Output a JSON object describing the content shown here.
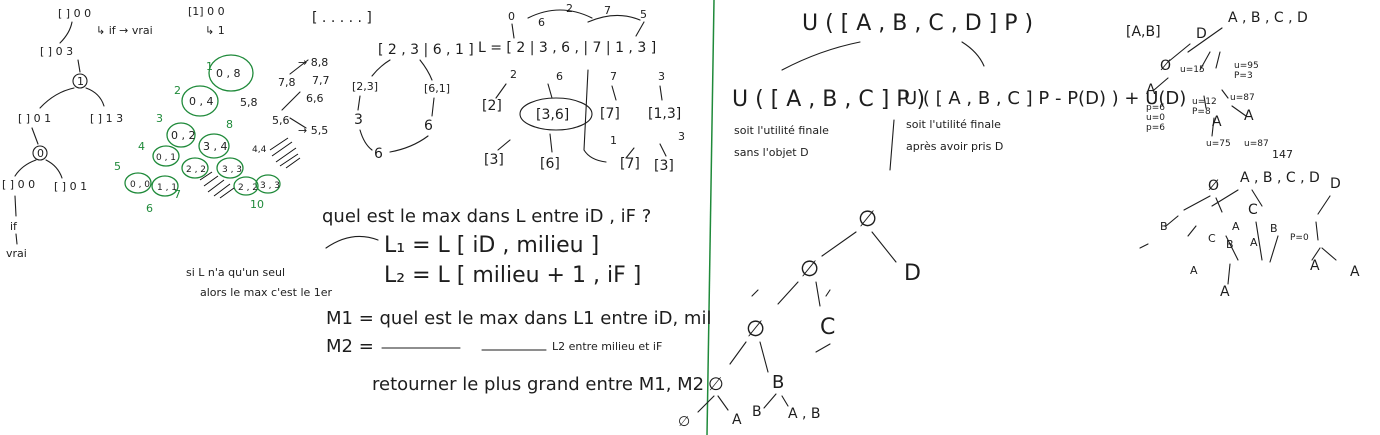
{
  "divider_color": "#1f8a3a",
  "ink_color": "#1d1d1d",
  "accent_color": "#1f8a3a",
  "left": {
    "top_nodes": [
      "[ ]  0  0",
      "[1]  0 0",
      "[ ]  0  3",
      "[ ] 0 1",
      "[ ] 1 3",
      "[ ] 0 0",
      "[ ] 0 1",
      "[ . . . . . ]"
    ],
    "top_annotations": [
      "↳ if → vrai",
      "↳ 1",
      "if",
      "vrai"
    ],
    "circled_nodes": [
      "1",
      "0"
    ],
    "green_nodes": [
      "0 , 8",
      "0 , 4",
      "0 , 2",
      "3 , 4",
      "0 , 1",
      "2 , 2",
      "3 , 3",
      "0 , 0",
      "1 , 1",
      "2 , 2",
      "3 , 3"
    ],
    "green_numbers": [
      "1",
      "2",
      "3",
      "4",
      "5",
      "6",
      "7",
      "8",
      "10"
    ],
    "chain_labels": [
      "7,8",
      "→ 8,8",
      "7,7",
      "6,6",
      "5,8",
      "5,6",
      "→ 5,5",
      "4,4"
    ]
  },
  "middle": {
    "split_list": "[ 2 , 3 | 6 , 1 ]",
    "L_list": "L = [ 2 | 3 , 6 , | 7 | 1 , 3 ]",
    "L_indices": [
      "0",
      "6",
      "2",
      "7",
      "5"
    ],
    "tree_left": [
      "[2,3]",
      "[6,1]",
      "3",
      "6",
      "6"
    ],
    "tree_right": [
      "[2]",
      "[3,6]",
      "[7]",
      "[1,3]",
      "[3]",
      "[6]",
      "[7]",
      "[3]"
    ],
    "tree_numbers": [
      "2",
      "6",
      "7",
      "3",
      "1",
      "3"
    ],
    "question": "quel est le max dans L entre iD , iF ?",
    "side_note_1": "si L n'a qu'un seul",
    "side_note_2": "alors le max c'est le 1er",
    "l1": "L₁ = L [ iD , milieu ]",
    "l2": "L₂ = L [ milieu + 1 , iF ]",
    "m1": "M1 = quel est le max dans L1 entre iD, mil",
    "m2": "M2 = ",
    "m2_rest": "L2 entre milieu et iF",
    "return_line": "retourner le plus grand entre M1, M2"
  },
  "right": {
    "formula_top": "U ( [ A , B , C , D ]   P )",
    "formula_left": "U ( [ A , B , C ]   P )",
    "formula_right": "U ( [ A , B , C ]  P - P(D) ) + U(D)",
    "note_left_1": "soit l'utilité finale",
    "note_left_2": "sans l'objet D",
    "note_right_1": "soit l'utilité finale",
    "note_right_2": "après avoir pris D",
    "tree_nodes": [
      "∅",
      "∅",
      "D",
      "∅",
      "C",
      "∅",
      "B",
      "∅",
      "A",
      "B",
      "A , B"
    ],
    "tr_list": "[A,B]",
    "tr_header": "A , B , C , D",
    "tr_small": [
      "D",
      "Ø",
      "u=95",
      "P=3",
      "u=12",
      "P=8",
      "u=87",
      "p=6",
      "u=0",
      "p=6",
      "A",
      "A",
      "A",
      "u=75",
      "u=87",
      "u=15"
    ],
    "tr_number": "147",
    "br_header": "A , B , C , D",
    "br_nodes": [
      "D",
      "Ø",
      "C",
      "B",
      "A",
      "C",
      "B",
      "A",
      "B",
      "A",
      "P=0"
    ]
  }
}
